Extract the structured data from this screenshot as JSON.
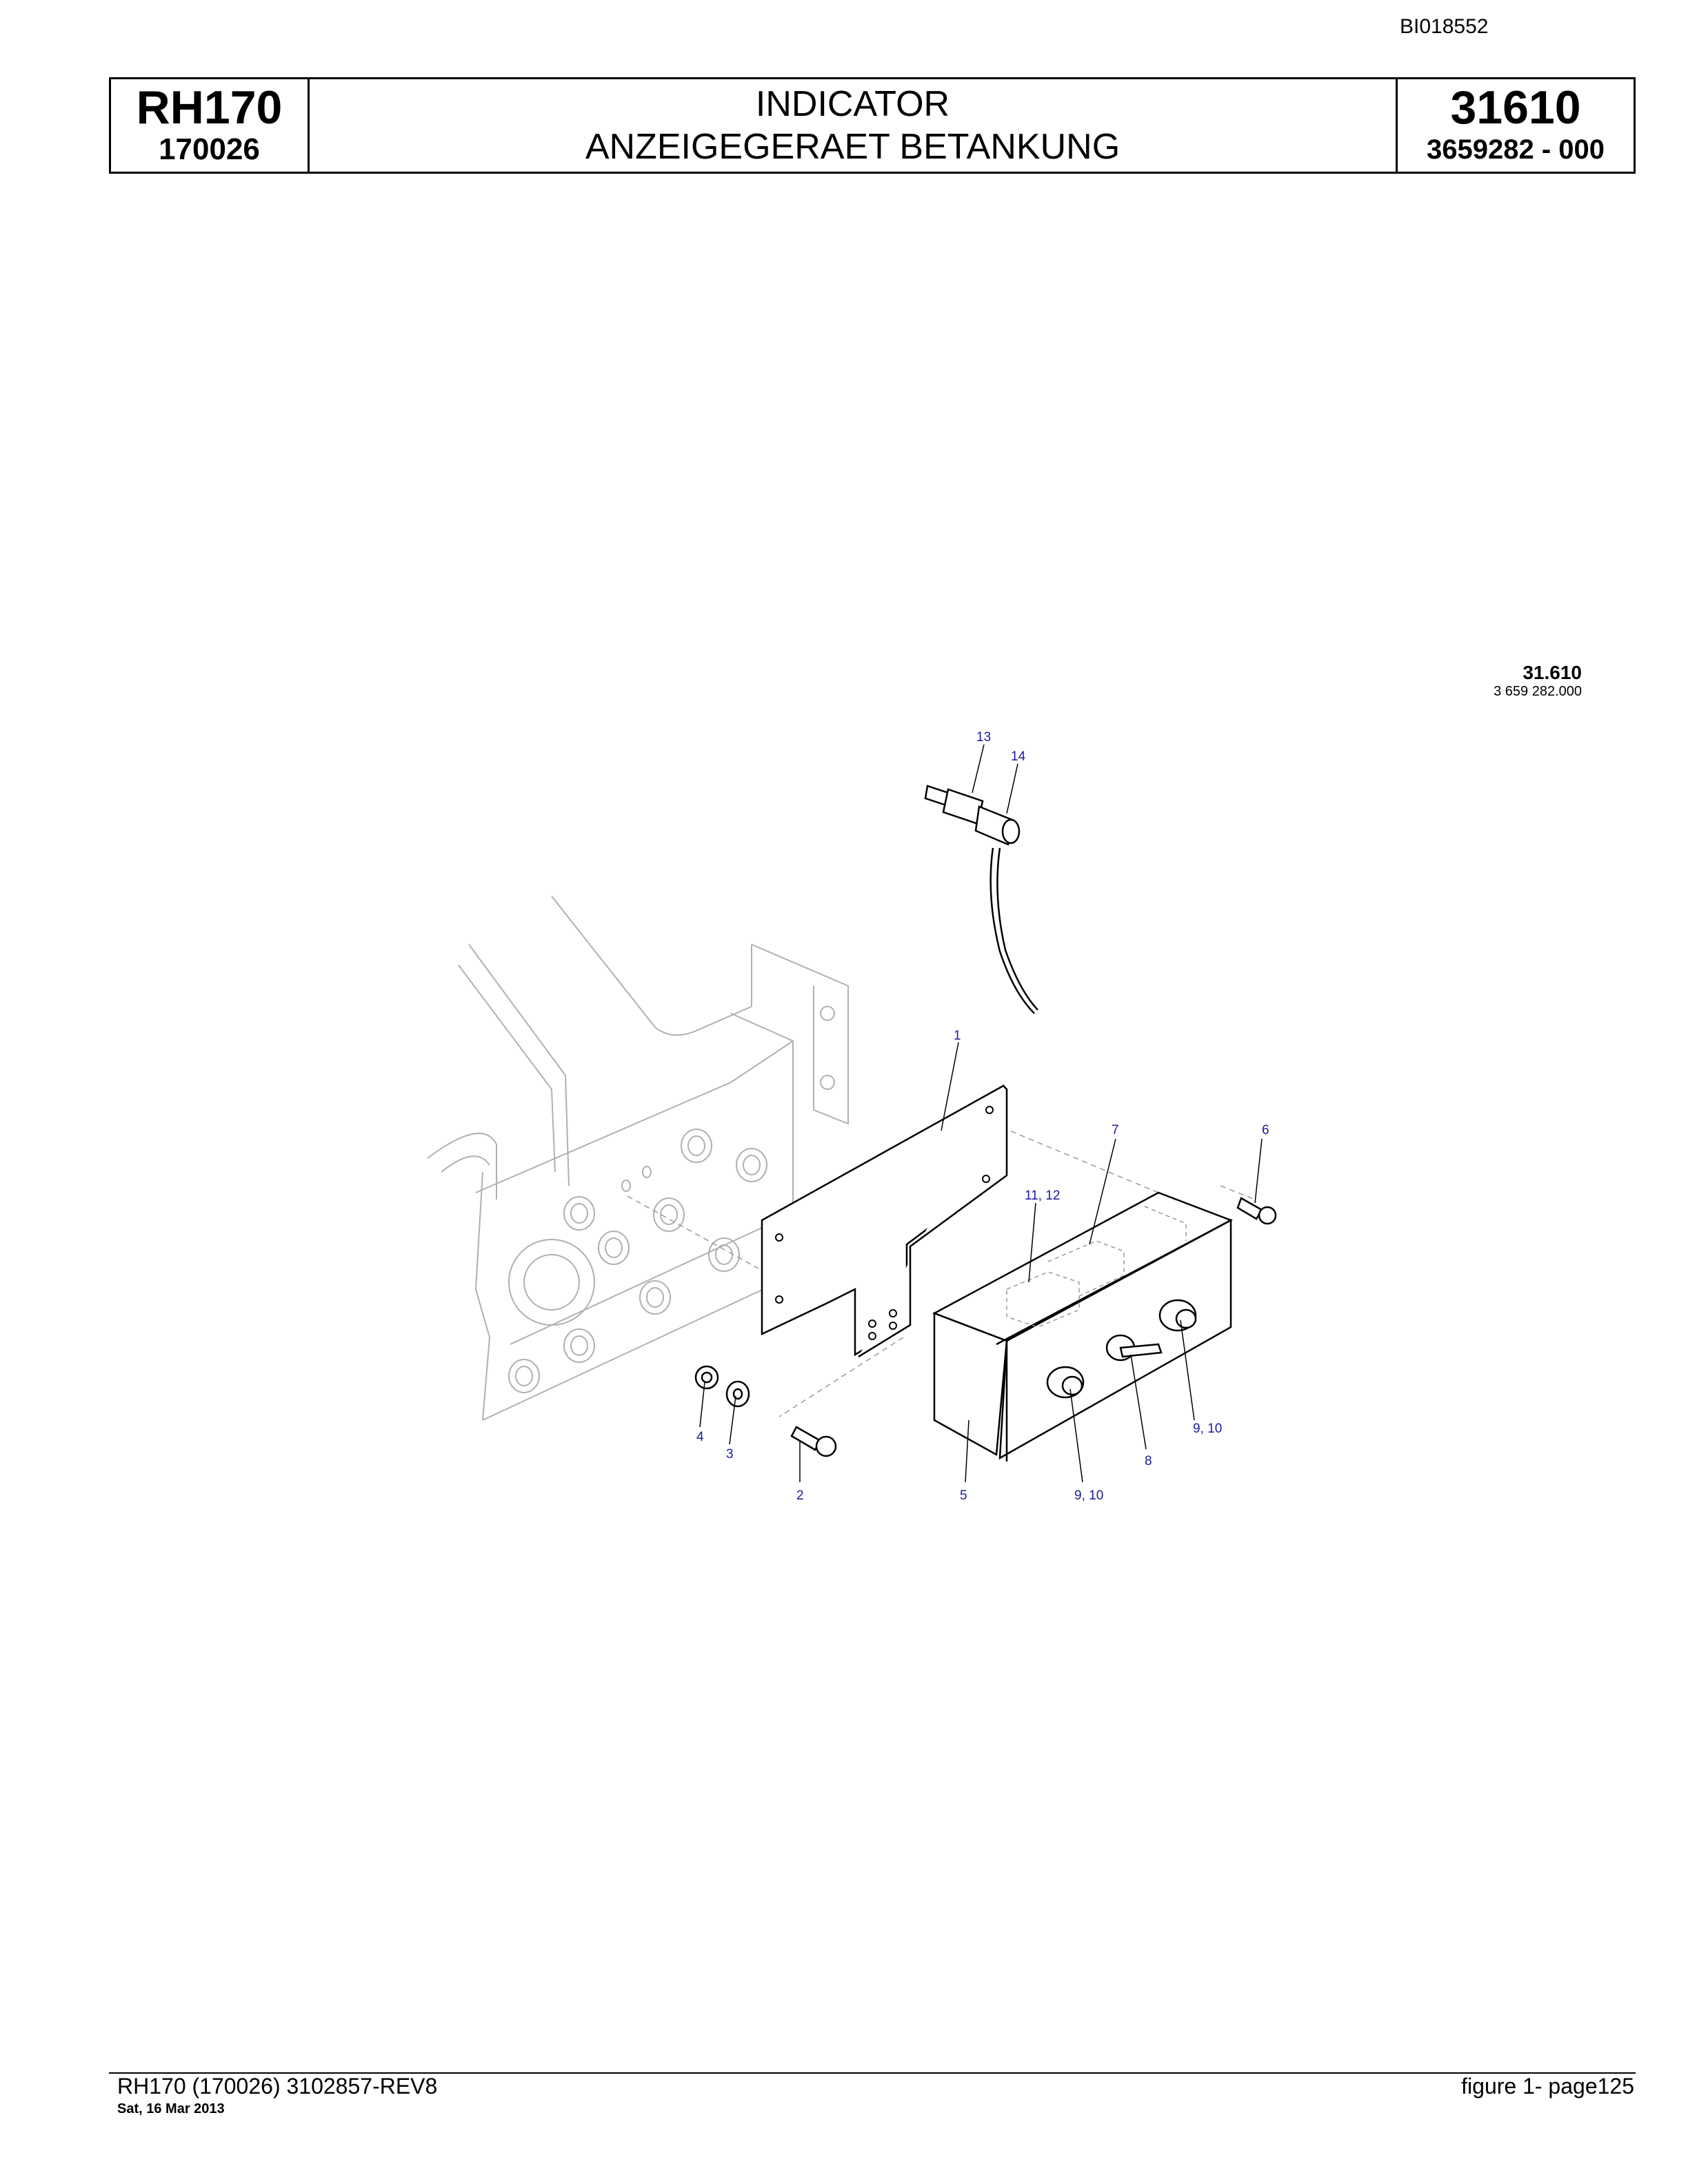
{
  "document": {
    "doc_id": "BI018552",
    "model": "RH170",
    "serial": "170026",
    "title_en": "INDICATOR",
    "title_de": "ANZEIGEGERAET BETANKUNG",
    "group_no": "31610",
    "part_no": "3659282  - 000"
  },
  "figure_ref": {
    "group": "31.610",
    "part": "3 659 282.000"
  },
  "callouts": {
    "c1": "1",
    "c2": "2",
    "c3": "3",
    "c4": "4",
    "c5": "5",
    "c6": "6",
    "c7": "7",
    "c8": "8",
    "c9_10_a": "9, 10",
    "c9_10_b": "9, 10",
    "c11_12": "11, 12",
    "c13": "13",
    "c14": "14"
  },
  "footer": {
    "left": "RH170 (170026) 3102857-REV8",
    "date": "Sat, 16 Mar 2013",
    "right": "figure  1- page125"
  }
}
